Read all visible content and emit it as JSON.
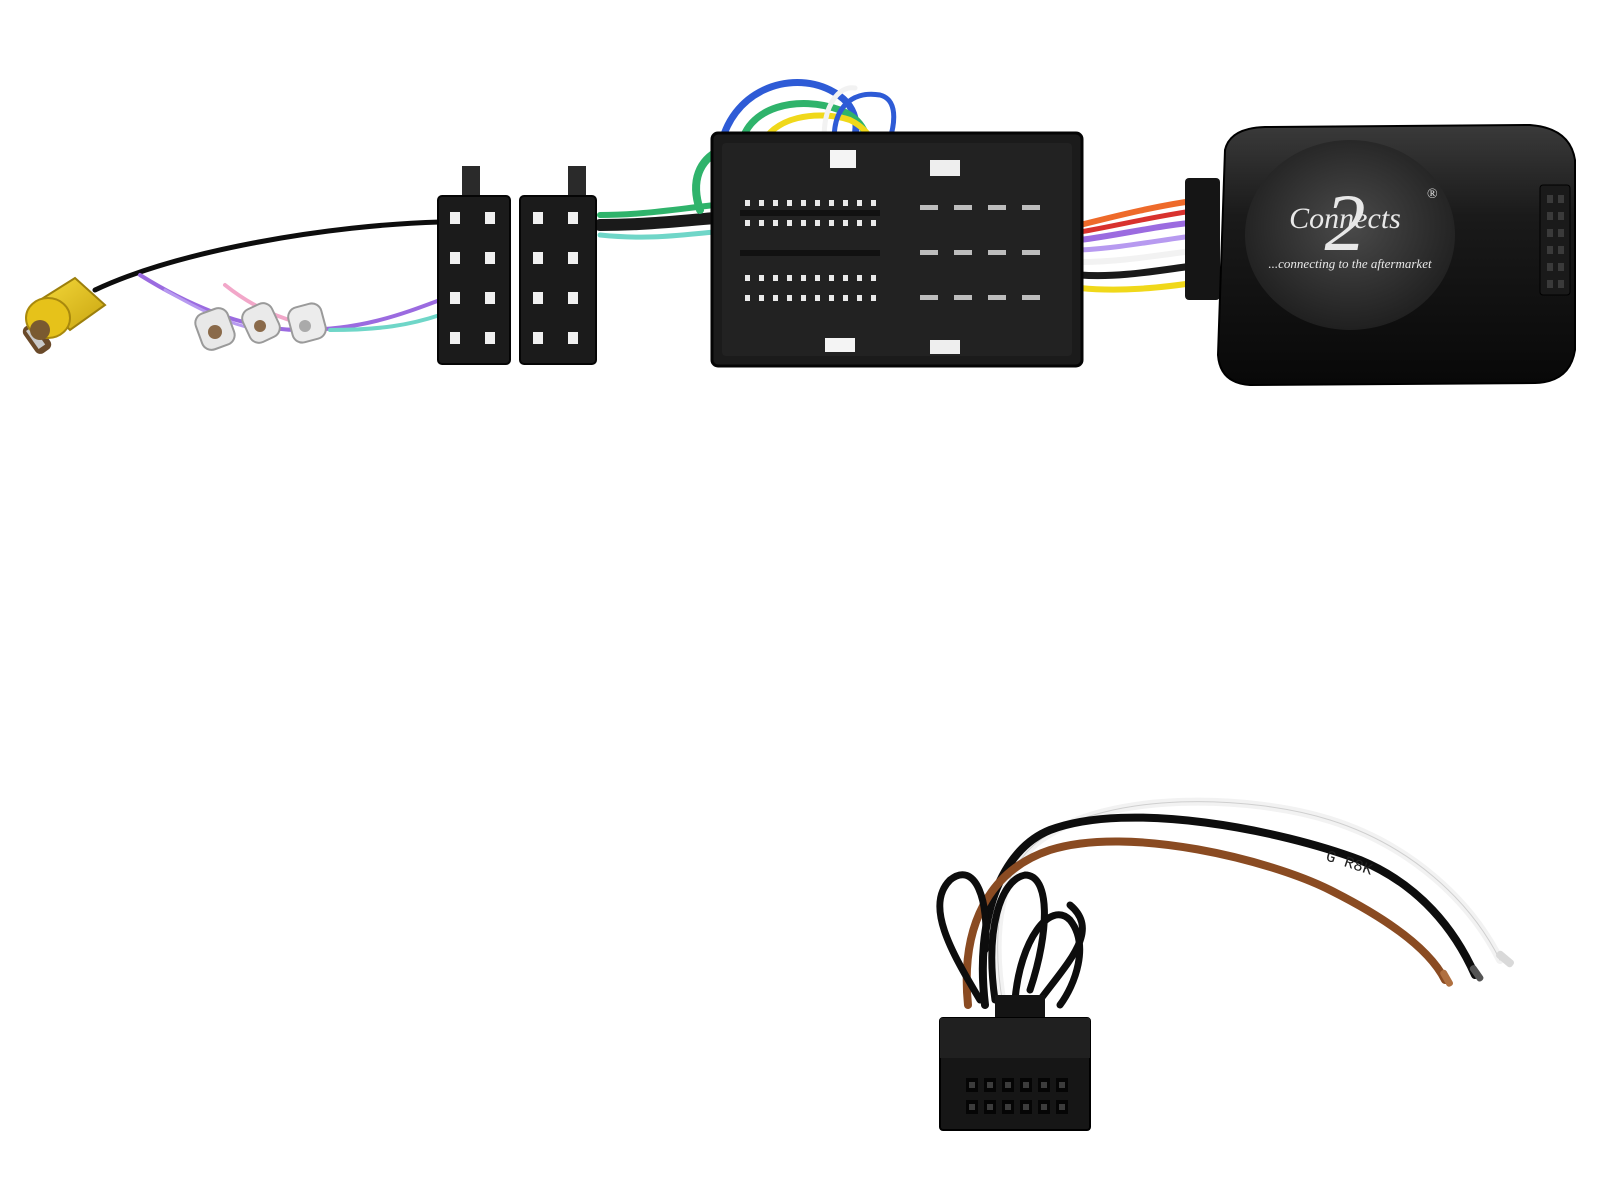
{
  "brand": {
    "name": "Connects",
    "number": "2",
    "registered": "®",
    "tagline": "...connecting to the aftermarket"
  },
  "wire_print": "G R8K",
  "colors": {
    "background": "#ffffff",
    "housing": "#1b1b1b",
    "module": "#111111",
    "rca_plug": "#e6c21a",
    "wire_black": "#0d0d0d",
    "wire_white": "#f2f2f2",
    "wire_brown": "#8a4b22",
    "wire_blue": "#2e5bd6",
    "wire_green": "#2fb36b",
    "wire_yellow": "#f0d81a",
    "wire_violet": "#9b6be0",
    "wire_pink": "#f2a7c9",
    "wire_orange": "#ee6a2a",
    "wire_red": "#d8322e",
    "wire_teal": "#6fd6c8"
  }
}
